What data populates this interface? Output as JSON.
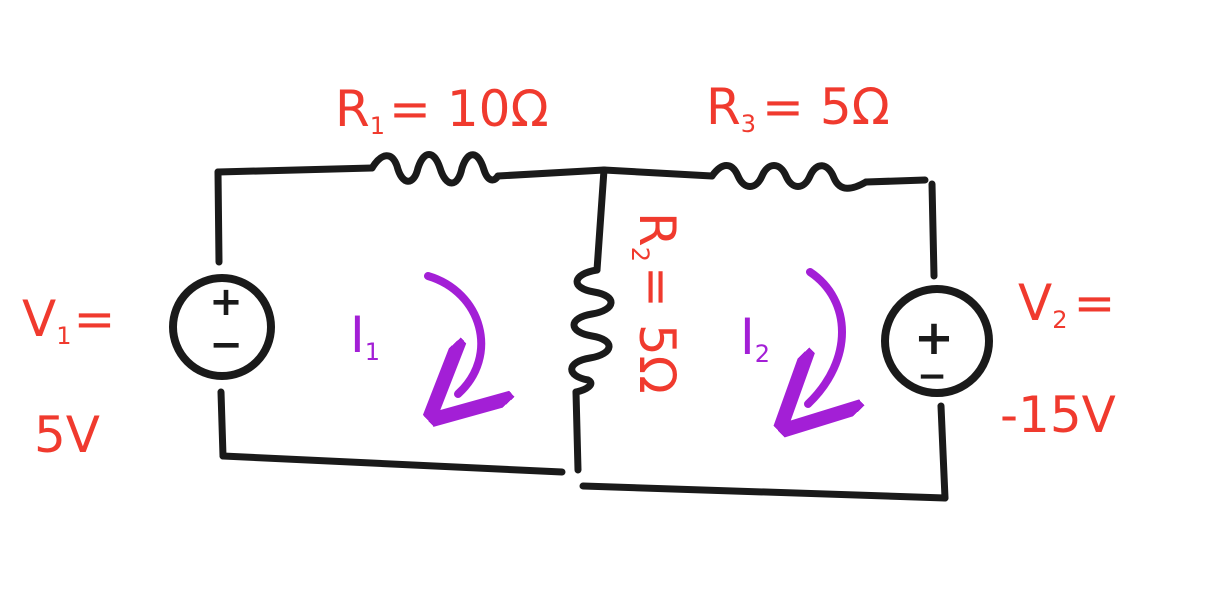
{
  "colors": {
    "wire": "#1a1a1a",
    "label": "#f03a2e",
    "current": "#a31fd6",
    "background": "#ffffff"
  },
  "components": {
    "r1": {
      "name": "R",
      "sub": "1",
      "value": "= 10Ω"
    },
    "r2": {
      "name": "R",
      "sub": "2",
      "value": "= 5Ω"
    },
    "r3": {
      "name": "R",
      "sub": "3",
      "value": "= 5Ω"
    },
    "v1": {
      "name": "V",
      "sub": "1",
      "eq": "=",
      "value": "5V",
      "symbol_plus": "+",
      "symbol_minus": "−"
    },
    "v2": {
      "name": "V",
      "sub": "2",
      "eq": "=",
      "value": "-15V",
      "symbol_plus": "+",
      "symbol_minus": "−"
    }
  },
  "currents": {
    "i1": {
      "name": "I",
      "sub": "1"
    },
    "i2": {
      "name": "I",
      "sub": "2"
    }
  }
}
